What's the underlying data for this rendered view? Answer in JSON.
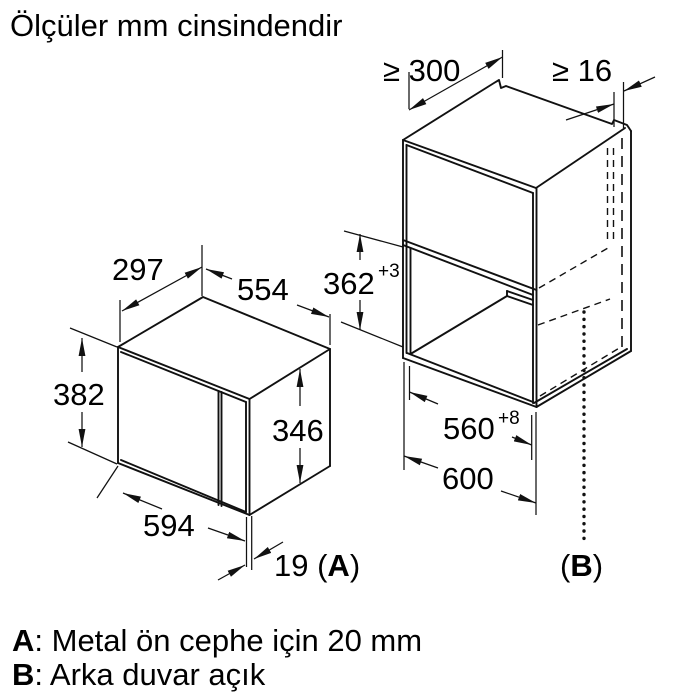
{
  "title": "Ölçüler mm cinsindendir",
  "units_color": "#000000",
  "background_color": "#ffffff",
  "microwave": {
    "depth": "297",
    "body_width": "554",
    "front_height": "382",
    "body_height": "346",
    "front_width": "594",
    "door": {
      "pre": "19 (",
      "letter": "A",
      "post": ")"
    }
  },
  "niche": {
    "top_depth_min": "≥ 300",
    "rear_gap_min": "≥ 16",
    "height": "362",
    "height_tol": "+3",
    "width": "560",
    "width_tol": "+8",
    "outer_width": "600",
    "ref": {
      "pre": "(",
      "letter": "B",
      "post": ")"
    }
  },
  "notes": {
    "a": {
      "letter": "A",
      "text": ": Metal ön cephe için 20 mm"
    },
    "b": {
      "letter": "B",
      "text": ": Arka duvar açık"
    }
  }
}
